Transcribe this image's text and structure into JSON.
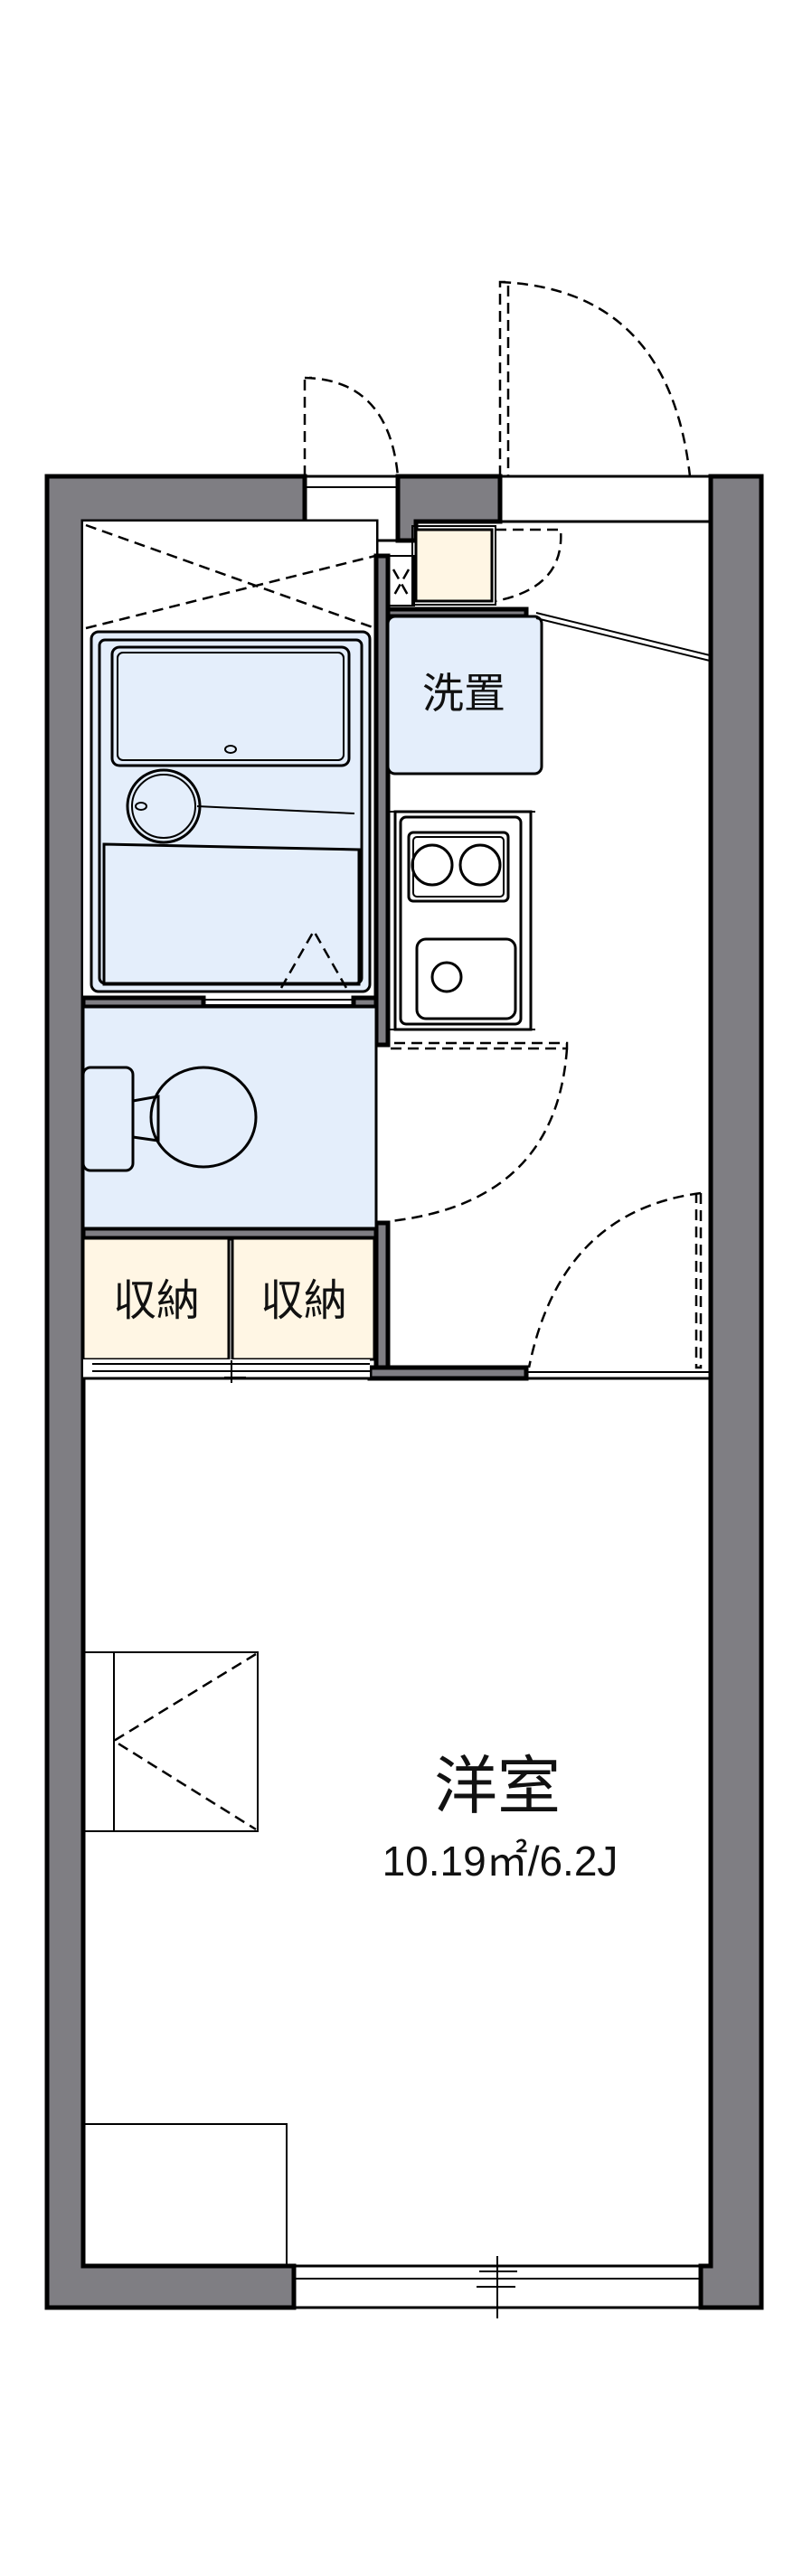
{
  "floorplan": {
    "rooms": {
      "western_room": {
        "label": "洋室",
        "area": "10.19㎡/6.2J"
      },
      "washer_space": {
        "label": "洗置"
      },
      "storage_1": {
        "label": "収納"
      },
      "storage_2": {
        "label": "収納"
      }
    },
    "colors": {
      "wall": "#7f7e83",
      "wet_area": "#e4eefb",
      "storage": "#fff6e4"
    }
  }
}
